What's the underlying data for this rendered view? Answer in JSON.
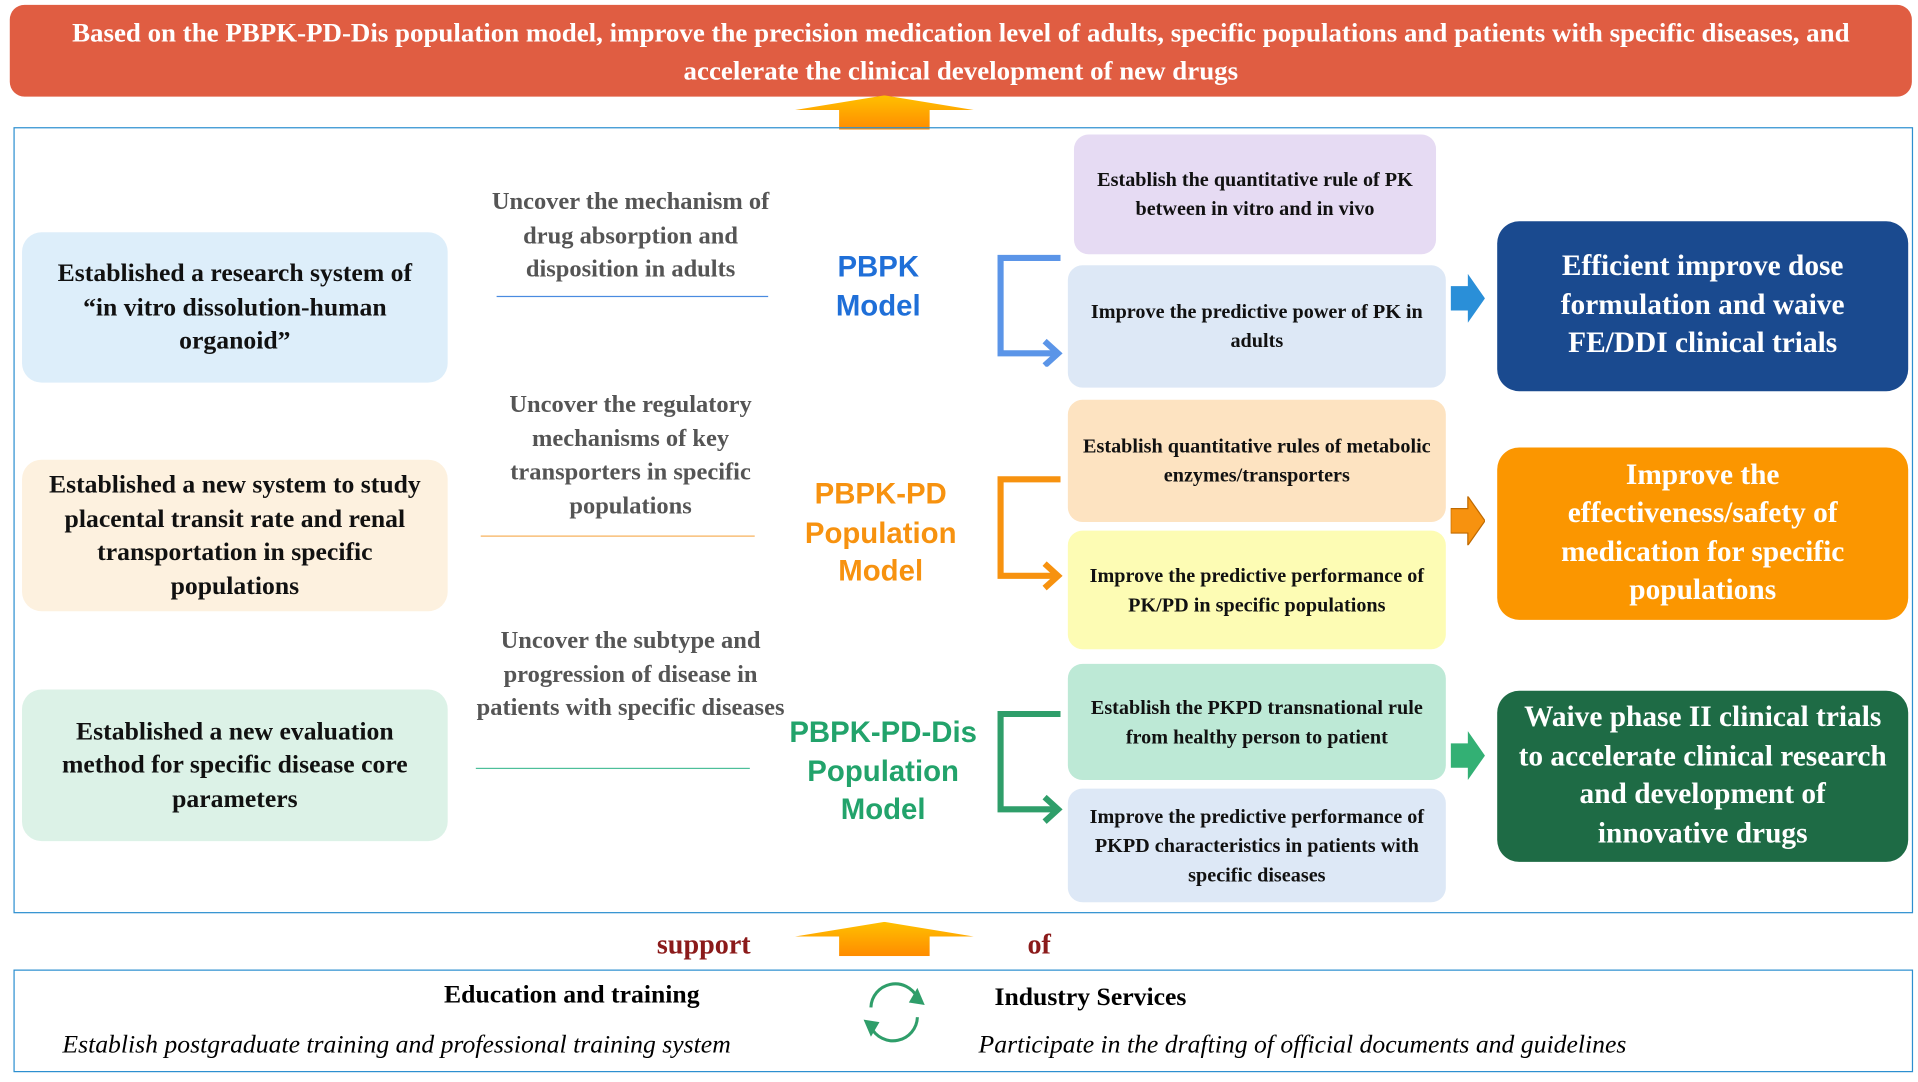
{
  "banner": "Based on the PBPK-PD-Dis population model, improve the precision medication level of adults, specific populations and patients with specific diseases, and accelerate the clinical development of new drugs",
  "rows": [
    {
      "left": "Established a research system of “in vitro dissolution-human organoid”",
      "mid": "Uncover the mechanism of drug absorption and disposition in adults",
      "model": "PBPK Model",
      "sub1": "Establish the quantitative rule of PK between in vitro and in vivo",
      "sub2": "Improve the predictive power of PK in adults",
      "result": "Efficient improve dose formulation and waive FE/DDI clinical trials"
    },
    {
      "left": "Established a new system to study placental transit rate and renal transportation in specific populations",
      "mid": "Uncover the regulatory mechanisms of key transporters in specific populations",
      "model": "PBPK-PD Population Model",
      "sub1": "Establish quantitative rules of metabolic enzymes/transporters",
      "sub2": "Improve the predictive performance of PK/PD in specific populations",
      "result": "Improve the effectiveness/safety of medication for specific populations"
    },
    {
      "left": "Established a new evaluation method for specific disease core parameters",
      "mid": "Uncover the subtype and progression of disease in patients with specific diseases",
      "model": "PBPK-PD-Dis Population Model",
      "sub1": "Establish the PKPD transnational rule from healthy person to patient",
      "sub2": "Improve the predictive performance of PKPD characteristics in patients with specific diseases",
      "result": "Waive phase II clinical trials to accelerate clinical research and development of innovative drugs"
    }
  ],
  "support": {
    "left": "support",
    "right": "of"
  },
  "bottom": {
    "edu_title": "Education and training",
    "edu_text": "Establish postgraduate training and professional training system",
    "ind_title": "Industry Services",
    "ind_text": "Participate in the drafting of official documents and guidelines"
  },
  "colors": {
    "blue": "#4a8be0",
    "orange": "#f7920f",
    "green": "#2f9e6a"
  }
}
